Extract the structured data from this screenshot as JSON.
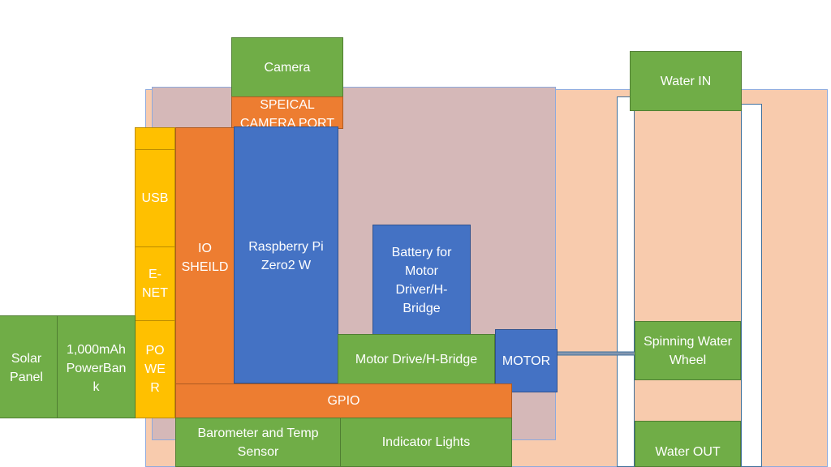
{
  "colors": {
    "green": "#70ad47",
    "orange": "#ed7d31",
    "blue": "#4472c4",
    "yellow": "#ffc000",
    "peach": "#f8cbad",
    "mauve": "#d5b8b8",
    "shaft": "#8497b0"
  },
  "blocks": {
    "camera": "Camera",
    "special_port": "SPEICAL CAMERA PORT",
    "water_in": "Water IN",
    "usb": "USB",
    "enet": "E-\nNET",
    "power": "PO\nWE\nR",
    "io_shield": "IO\nSHEILD",
    "raspberry_pi": "Raspberry Pi\nZero2 W",
    "battery": "Battery for\nMotor\nDriver/H-\nBridge",
    "motor_drive": "Motor Drive/H-Bridge",
    "motor": "MOTOR",
    "spinning_wheel": "Spinning Water\nWheel",
    "solar": "Solar\nPanel",
    "powerbank": "1,000mAh\nPowerBan\nk",
    "gpio": "GPIO",
    "barometer": "Barometer and Temp\nSensor",
    "indicator": "Indicator Lights",
    "water_out": "Water OUT"
  }
}
